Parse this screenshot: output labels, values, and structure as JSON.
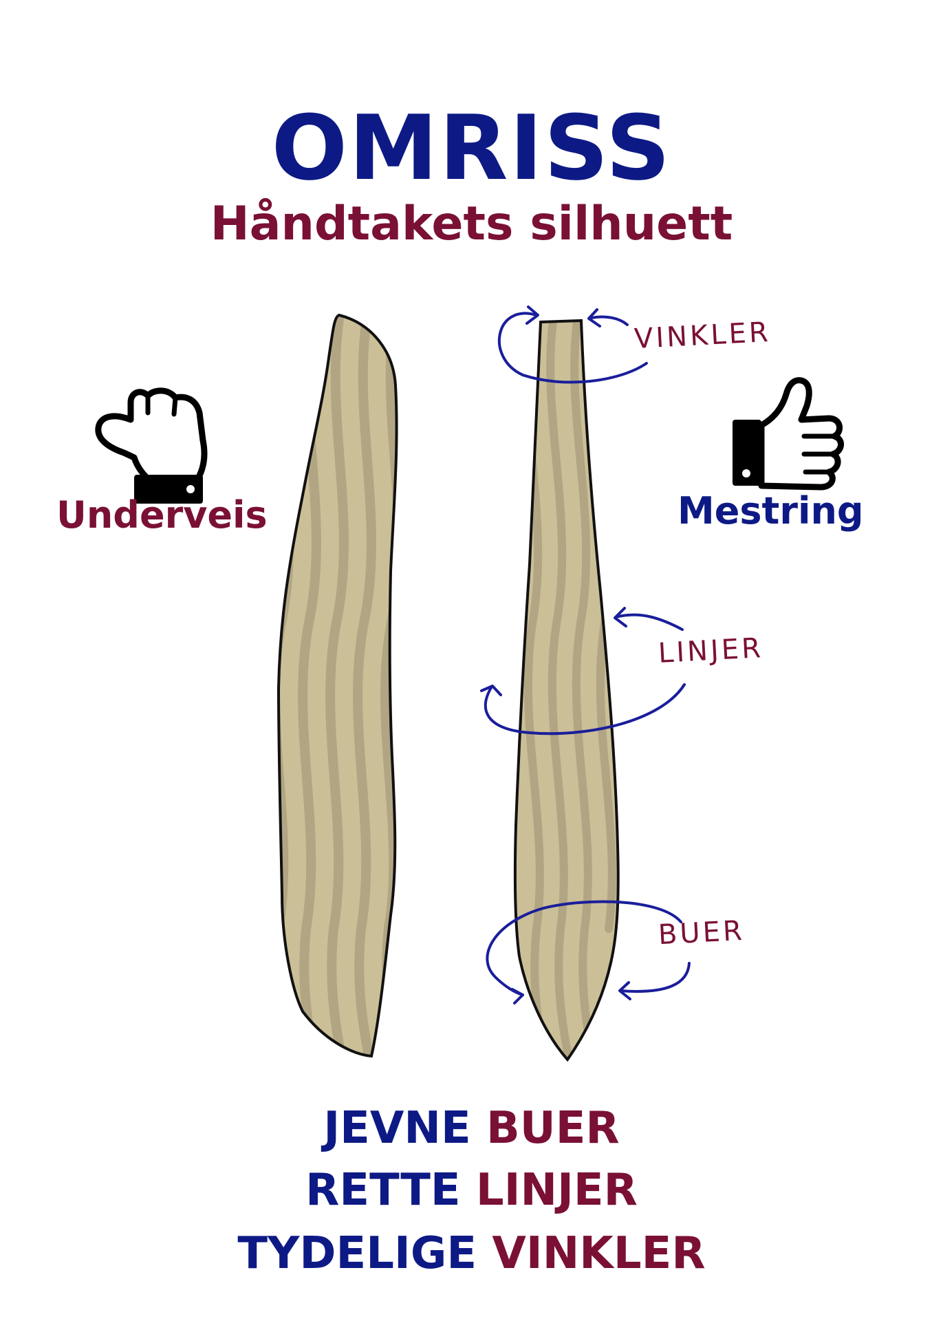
{
  "title": "OMRISS",
  "subtitle": "Håndtakets silhuett",
  "left_label": "Underveis",
  "right_label": "Mestring",
  "annotations": {
    "vinkler": "VINKLER",
    "linjer": "LINJER",
    "buer": "BUER"
  },
  "footer": [
    {
      "blue": "JEVNE",
      "red": "BUER"
    },
    {
      "blue": "RETTE",
      "red": "LINJER"
    },
    {
      "blue": "TYDELIGE",
      "red": "VINKLER"
    }
  ],
  "icons": {
    "left": "thumbs-down-icon",
    "right": "thumbs-up-icon"
  },
  "colors": {
    "blue": "#0d1a85",
    "red": "#7a1035",
    "wood": "#cbbf98",
    "grain": "#a99c7d",
    "arrow": "#1a1e9a"
  }
}
